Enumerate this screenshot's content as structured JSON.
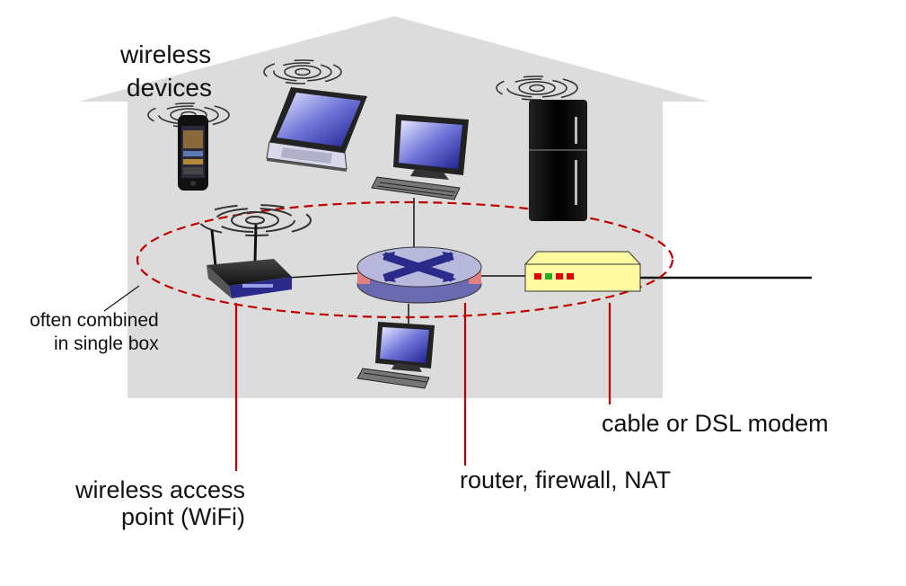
{
  "labels": {
    "wireless_devices": [
      "wireless",
      "devices"
    ],
    "combined": [
      "often combined",
      "in single box"
    ],
    "access_point": [
      "wireless access",
      "point (WiFi)"
    ],
    "router": "router, firewall, NAT",
    "modem": "cable or DSL modem"
  },
  "colors": {
    "house": "#dcdcdc",
    "callout": "#c00000",
    "ellipse": "#c00000",
    "router_top": "#b8b8dc",
    "router_band": "#6a6ab0",
    "router_x": "#2a2a8a",
    "modem_body": "#fffaa0",
    "modem_led_red": "#e00000",
    "modem_led_green": "#20b020"
  },
  "icons": {
    "house": "house-silhouette",
    "phone": "smartphone-icon",
    "laptop": "laptop-icon",
    "desktop": "desktop-computer-icon",
    "fridge": "refrigerator-icon",
    "ap": "wireless-router-icon",
    "router": "router-icon",
    "modem": "modem-icon",
    "waves": "wifi-waves-icon"
  }
}
